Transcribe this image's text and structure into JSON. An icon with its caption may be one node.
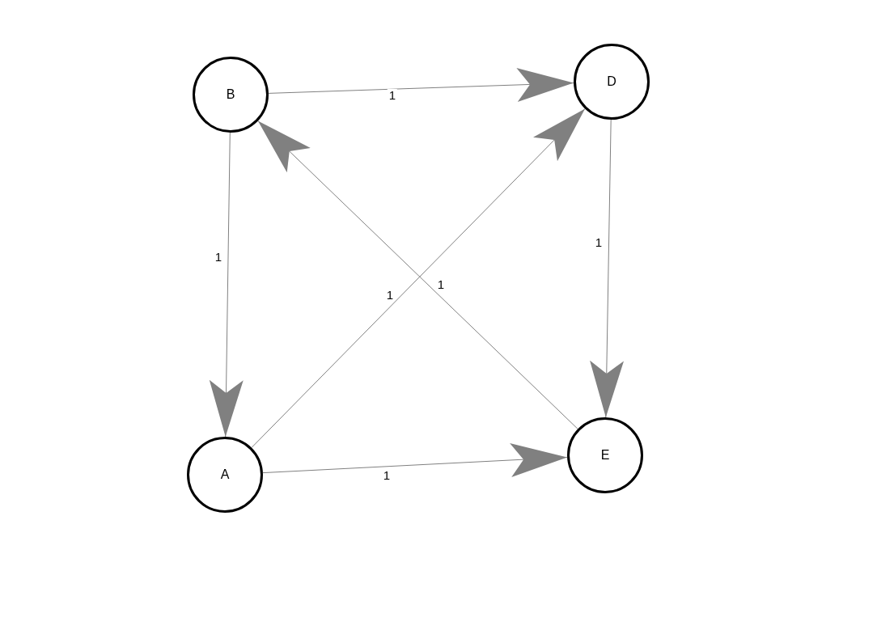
{
  "diagram": {
    "nodes": [
      {
        "text": [
          "B"
        ]
      },
      {
        "text": [
          "D"
        ]
      },
      {
        "text": [
          "A"
        ]
      },
      {
        "text": [
          "E"
        ]
      }
    ],
    "edges": [
      {
        "from": 0,
        "to": 1,
        "arrow": "to",
        "label": "1"
      },
      {
        "from": 0,
        "to": 2,
        "arrow": "to",
        "label": "1"
      },
      {
        "from": 1,
        "to": 3,
        "arrow": "to",
        "label": "1"
      },
      {
        "from": 2,
        "to": 1,
        "arrow": "to",
        "label": "1"
      },
      {
        "from": 3,
        "to": 0,
        "arrow": "to",
        "label": "1"
      },
      {
        "from": 2,
        "to": 3,
        "arrow": "to",
        "label": "1"
      }
    ]
  }
}
